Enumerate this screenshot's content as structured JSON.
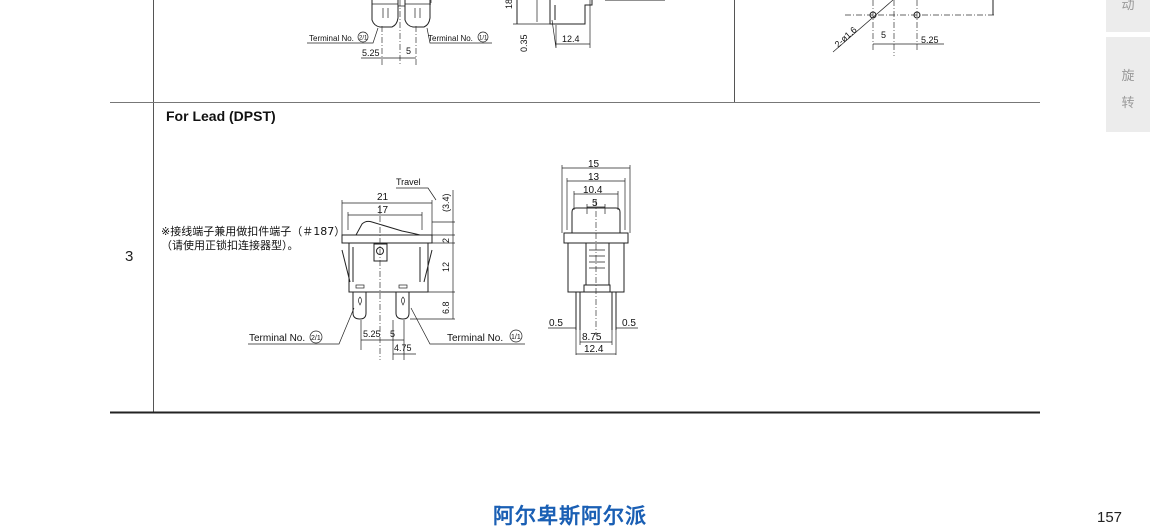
{
  "section": {
    "row_number": "3",
    "title": "For Lead (DPST)"
  },
  "note": {
    "line1": "※接线端子兼用做扣件端子（＃187）",
    "line2": "（请使用正锁扣连接器型）。"
  },
  "top_drawing": {
    "terminal_label": "Terminal No.",
    "terminal_left": "2/1",
    "terminal_right": "1/1",
    "dim_525": "5.25",
    "dim_5": "5",
    "dim_18": "18",
    "dim_035": "0.35",
    "dim_124": "12.4",
    "hole_label": "2-ø1.6",
    "hole_dim_5": "5",
    "hole_dim_525": "5.25"
  },
  "front_view": {
    "travel": "Travel",
    "w21": "21",
    "w17": "17",
    "h34": "(3.4)",
    "h2": "2",
    "h12": "12",
    "h68": "6.8",
    "d525": "5.25",
    "d5": "5",
    "d475": "4.75",
    "terminal_label": "Terminal No.",
    "terminal_left": "2/1",
    "terminal_right": "1/1"
  },
  "side_view": {
    "w15": "15",
    "w13": "13",
    "w104": "10.4",
    "w5": "5",
    "t05_left": "0.5",
    "t05_right": "0.5",
    "w875": "8.75",
    "w124": "12.4"
  },
  "sidebar": {
    "button1_label": "动",
    "button2_label_1": "旋",
    "button2_label_2": "转"
  },
  "footer": {
    "brand": "阿尔卑斯阿尔派",
    "page_number": "157"
  }
}
